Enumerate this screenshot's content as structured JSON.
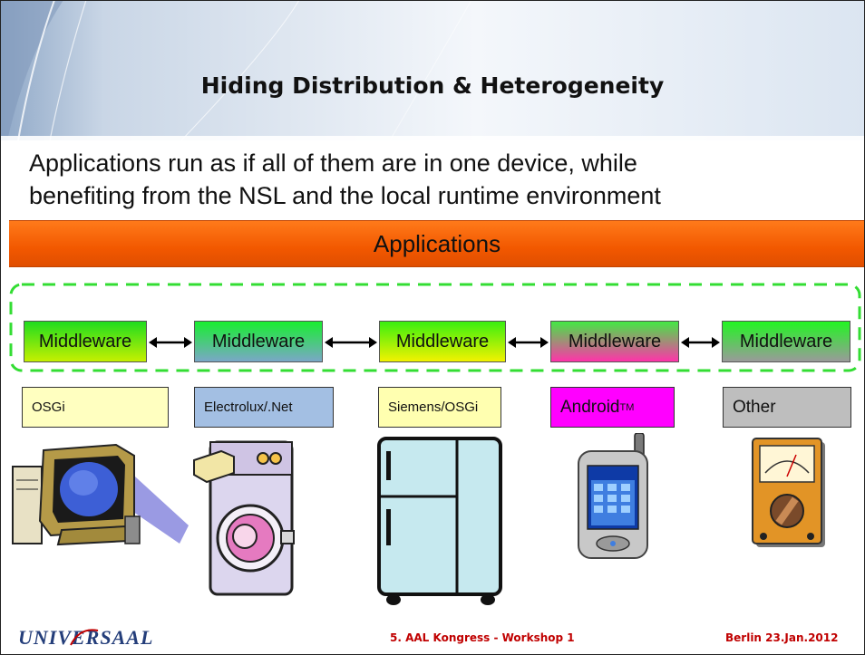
{
  "slide": {
    "title": "Hiding Distribution & Heterogeneity",
    "intro_line1": "Applications run as if all of them are in one device, while",
    "intro_line2": "benefiting from the NSL and the local runtime environment"
  },
  "applications_bar": {
    "label": "Applications",
    "color": "#f25800"
  },
  "middleware": [
    {
      "label": "Middleware",
      "gradient": [
        "#1fdc1f",
        "#c6f000"
      ]
    },
    {
      "label": "Middleware",
      "gradient": [
        "#18ee30",
        "#7aa7c7"
      ]
    },
    {
      "label": "Middleware",
      "gradient": [
        "#39ef10",
        "#f2f200"
      ]
    },
    {
      "label": "Middleware",
      "gradient": [
        "#43e844",
        "#ff33aa"
      ]
    },
    {
      "label": "Middleware",
      "gradient": [
        "#22f522",
        "#9a9a9a"
      ]
    }
  ],
  "platforms": [
    {
      "label": "OSGi",
      "color": "#ffffc0"
    },
    {
      "label": "Electrolux/.Net",
      "color": "#a3bfe3"
    },
    {
      "label": "Siemens/OSGi",
      "color": "#ffffb0"
    },
    {
      "label": "Android",
      "sup": "TM",
      "color": "#ff00ff"
    },
    {
      "label": "Other",
      "color": "#bebebe"
    }
  ],
  "devices": [
    {
      "icon": "desktop-computer-icon"
    },
    {
      "icon": "washing-machine-icon"
    },
    {
      "icon": "refrigerator-icon"
    },
    {
      "icon": "smartphone-icon"
    },
    {
      "icon": "multimeter-icon"
    }
  ],
  "footer": {
    "logo_text": "UNIVERSAAL",
    "center": "5. AAL Kongress - Workshop 1",
    "right": "Berlin 23.Jan.2012",
    "text_color": "#c00000"
  }
}
